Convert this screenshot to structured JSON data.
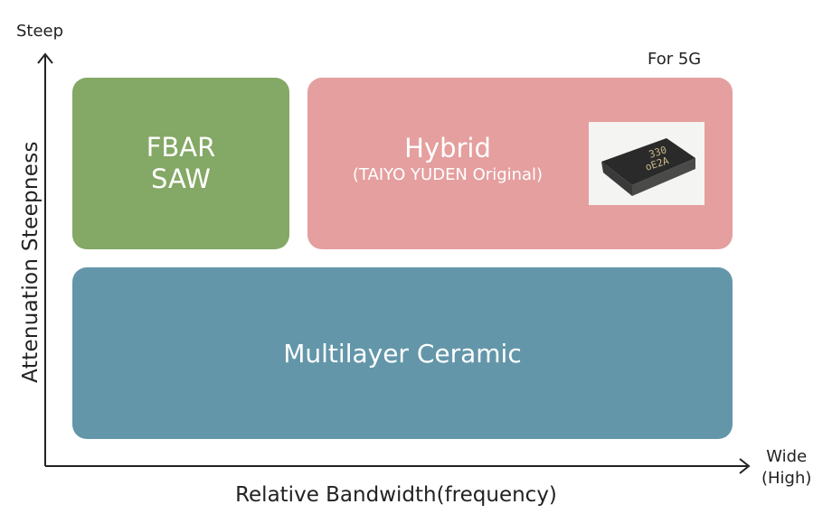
{
  "axes": {
    "y_top_label": "Steep",
    "y_title": "Attenuation Steepness",
    "x_title": "Relative Bandwidth(frequency)",
    "x_end_label_line1": "Wide",
    "x_end_label_line2": "(High)"
  },
  "annotation": "For 5G",
  "regions": {
    "fbar": {
      "line1": "FBAR",
      "line2": "SAW",
      "color": "#84a865"
    },
    "hybrid": {
      "title": "Hybrid",
      "subtitle": "(TAIYO YUDEN Original)",
      "color": "#e59f9f",
      "image": {
        "label_line1": "330",
        "label_line2": "oE2A",
        "description": "chip-component-photo"
      }
    },
    "ceramic": {
      "label": "Multilayer Ceramic",
      "color": "#6496a9"
    }
  }
}
